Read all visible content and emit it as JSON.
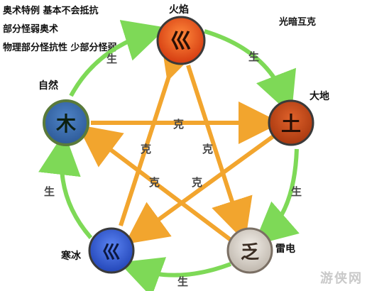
{
  "notes": [
    "奥术特例 基本不会抵抗",
    "部分怪弱奥术",
    "物理部分怪抗性 少部分怪弱"
  ],
  "legend_note": "光暗互克",
  "elements": {
    "fire": {
      "label": "火焰",
      "glyph": "巛",
      "color": "#e04a17"
    },
    "earth": {
      "label": "大地",
      "glyph": "土",
      "color": "#b8431c"
    },
    "thunder": {
      "label": "雷电",
      "glyph": "乏",
      "color": "#c9c2bb"
    },
    "ice": {
      "label": "寒冰",
      "glyph": "巛",
      "color": "#2f57d8"
    },
    "nature": {
      "label": "自然",
      "glyph": "木",
      "color": "#3c6fb0"
    }
  },
  "relations": {
    "generate": "生",
    "overcome": "克"
  },
  "colors": {
    "generate_arrow": "#7ed957",
    "overcome_arrow": "#f2a52e"
  },
  "watermark": "游侠网"
}
